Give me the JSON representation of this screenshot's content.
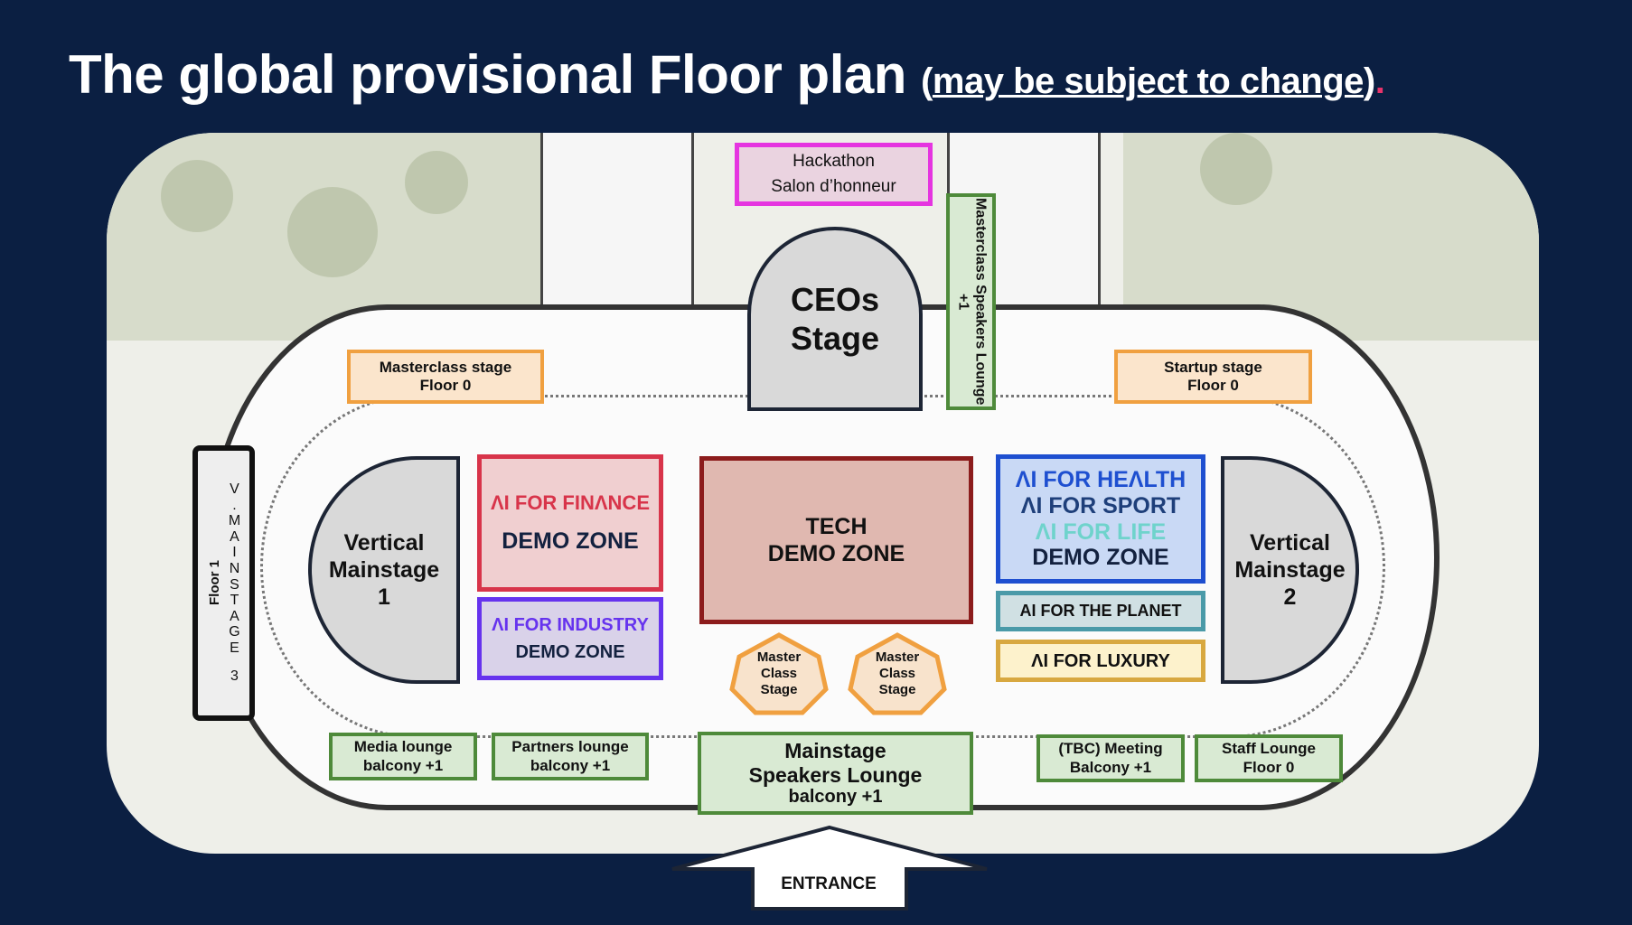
{
  "title": {
    "main": "The global provisional Floor plan",
    "paren_open": "(",
    "note": "may be subject to change",
    "paren_close": ")",
    "dot": "."
  },
  "zones": {
    "hackathon": [
      "Hackathon",
      "Salon d’honneur"
    ],
    "masterclass_lounge": "Masterclass Speakers Lounge +1",
    "ceos_stage": [
      "CEOs",
      "Stage"
    ],
    "masterclass_stage": [
      "Masterclass stage",
      "Floor 0"
    ],
    "startup_stage": [
      "Startup stage",
      "Floor 0"
    ],
    "v_mainstage_3": {
      "floor": "Floor 1",
      "letters": [
        "V",
        ".",
        "M",
        "A",
        "I",
        "N",
        "S",
        "T",
        "A",
        "G",
        "E",
        "3"
      ]
    },
    "vertical_mainstage_1": [
      "Vertical",
      "Mainstage",
      "1"
    ],
    "vertical_mainstage_2": [
      "Vertical",
      "Mainstage",
      "2"
    ],
    "finance": {
      "title": "ΛI FOR FINΛNCE",
      "sub": "DEMO ZONE"
    },
    "industry": {
      "title": "ΛI FOR INDUSTRY",
      "sub": "DEMO ZONE"
    },
    "tech": [
      "TECH",
      "DEMO ZONE"
    ],
    "health": {
      "l1": "ΛI FOR HEΛLTH",
      "l2": "ΛI FOR SPORT",
      "l3": "ΛI FOR LIFE",
      "sub": "DEMO ZONE"
    },
    "planet": "AI FOR THE PLANET",
    "luxury": "ΛI FOR LUXURY",
    "master_class_1": [
      "Master",
      "Class",
      "Stage"
    ],
    "master_class_2": [
      "Master",
      "Class",
      "Stage"
    ],
    "media_lounge": [
      "Media lounge",
      "balcony +1"
    ],
    "partners_lounge": [
      "Partners lounge",
      "balcony +1"
    ],
    "mainstage_lounge": [
      "Mainstage",
      "Speakers Lounge",
      "balcony +1"
    ],
    "meeting": [
      "(TBC) Meeting",
      "Balcony +1"
    ],
    "staff_lounge": [
      "Staff Lounge",
      "Floor 0"
    ],
    "entrance": "ENTRANCE"
  },
  "colors": {
    "background": "#0b1f42",
    "accent_dot": "#e8336b",
    "finance": "#d8344a",
    "industry": "#6633ee",
    "tech": "#8c1c1c",
    "health": "#1e4fd0",
    "life": "#6fd3cc",
    "planet": "#4a9aa8",
    "luxury": "#d8a840"
  }
}
